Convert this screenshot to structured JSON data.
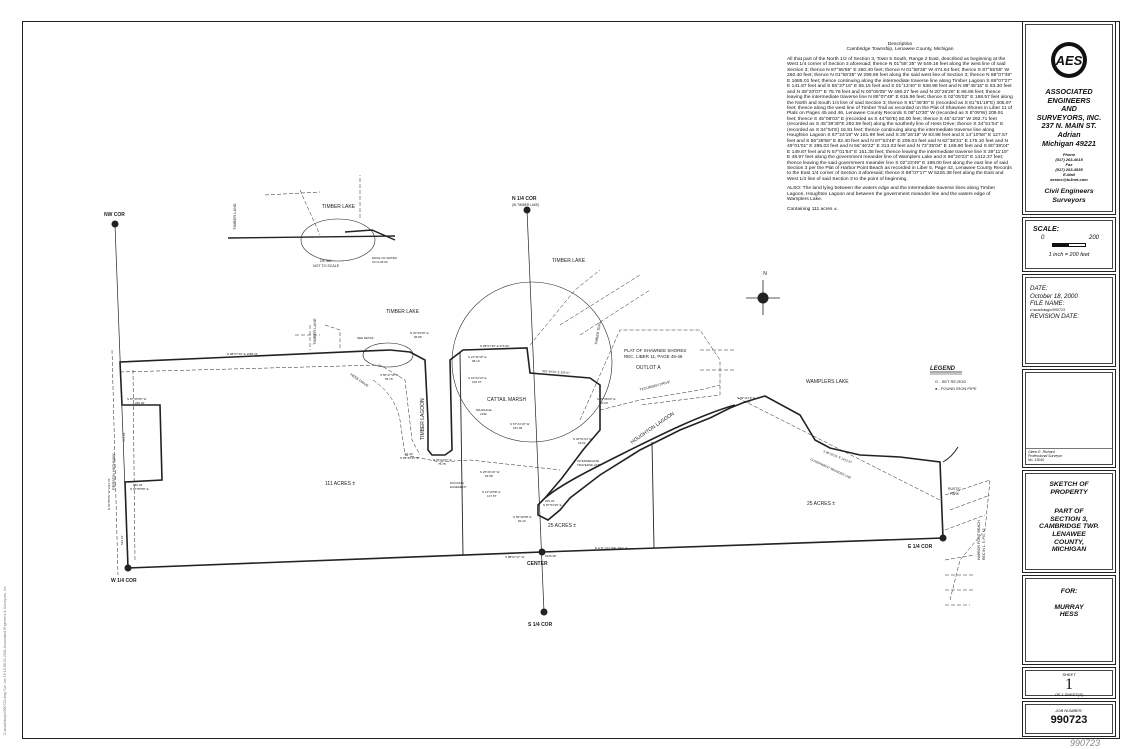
{
  "description": {
    "title": "Description",
    "location": "Cambridge Township, Lenawee County, Michigan",
    "body": "All that part of the North 1/2 of Section 3, Town 5 South, Range 2 East, described as beginning at the West 1/4 corner of Section 3 aforesaid; thence N 01°58' 35\" W 549.16 feet along the west line of said Section 3; thence N 87°55'55\" E 260.40 feet; thence N 01°58'35\" W 474.64 feet; thence S 87°55'55\" W 260.40 feet; thence N 01°58'35\" W 299.96 feet along the said west line of Section 3; thence N 88°07'49\" E 1685.01 feet; thence continuing along the intermediate traverse line along Timber Lagoon S 69°07'27\" E 141.87 feet and S 55°37'16\" E 55.15 feet and S 01°13'40\" E 538.98 feet and N 88°48'15\" E 83.30 feet and N 39°20'07\" E 75.78 feet and N 00°05'05\" W 490.27 feet and N 20°26'26\" E 86.86 feet; thence leaving the intermediate traverse line N 88°07'49\" E 615.96 feet; thence S 02°05'02\" E 168.57 feet along the North and South 1/4 line of said Section 3; thence S 81°49'30\" E (recorded as S 81°51'19\"E) 305.97 feet; thence along the west line of Timber Trail as recorded on the Plat of Shawnee Shores in Liber 11 of Plats on Pages 45 and 46, Lenawee County Records S 08°10'30\" W (recorded as S 8°09'W) 209.91 feet; thence S 45°08'03\" E (recorded as S 44°50'E) 50.00 feet; thence S 45°42'26\" W 292.71 feet (recorded as S 45°39'30\"E 292.59 feet) along the southerly line of Hess Drive; thence S 34°51'04\" E (recorded as S 34°54'E) 16.91 feet; thence continuing along the intermediate traverse line along Houghton Lagoon S 67°24'19\" W 181.99 feet and S 25°26'19\" W 83.98 feet and S 14°10'58\" E 127.57 feet and S 56°39'58\" E 82.40 feet and N 87°53'46\" E 205.04 feet and N 62°38'31\" E 175.10 feet and N 49°01'01\" E 285.03 feet and N 56°46'22\" E 313.03 feet and N 73°35'04\" E 169.90 feet and S 80°39'24\" E 149.87 feet and N 57°01'54\" E 151.38 feet; thence leaving the intermediate traverse line S 39°11'19\" E 48.97 feet along the government meander line of Wamplers Lake and S 66°20'23\" E 1412.37 feet; thence leaving the said government meander line S 02°23'49\" E 198.00 feet along the east line of said Section 3 per the Plat of Harbor Point Beach as recorded in Liber 5, Page 42, Lenawee County Records to the East 1/4 corner of Section 3 aforesaid; thence S 88°07'17\" W 5226.38 feet along the East and West 1/4 line of said Section 3 to the point of beginning.",
    "also": "ALSO: The land lying between the waters edge and the intermediate traverse lines along Timber Lagoon, Houghton Lagoon and between the government meander line and the waters edge of Wamplers Lake.",
    "containing": "Containing 111 acres ±."
  },
  "title_block": {
    "logo_text": "AES",
    "firm": [
      "ASSOCIATED",
      "ENGINEERS",
      "AND",
      "SURVEYORS, INC.",
      "237 N. MAIN ST.",
      "Adrian",
      "Michigan 49221"
    ],
    "phone_label": "Phone",
    "phone": "(517) 263-4015",
    "fax_label": "Fax",
    "fax": "(517) 263-4535",
    "email_label": "E-Mail",
    "email": "aesinc@tc3net.com",
    "services": [
      "Civil Engineers",
      "Surveyors"
    ],
    "scale_label": "SCALE:",
    "scale_min": "0",
    "scale_max": "200",
    "scale_text": "1 inch = 200 feet",
    "date_label": "DATE:",
    "date": "October 18, 2000",
    "file_label": "FILE NAME:",
    "file": "z:\\acad\\dwg\\c\\990723",
    "revision_label": "REVISION DATE:",
    "surveyor": [
      "Glenn E. Richard",
      "Professional Surveyor",
      "No. 13040"
    ],
    "sketch": [
      "SKETCH OF",
      "PROPERTY"
    ],
    "part_of": [
      "PART OF",
      "SECTION 3,",
      "CAMBRIDGE TWP.",
      "LENAWEE",
      "COUNTY,",
      "MICHIGAN"
    ],
    "for_label": "FOR:",
    "client": [
      "MURRAY",
      "HESS"
    ],
    "sheet_label": "SHEET",
    "sheet_number": "1",
    "sheet_of": "OF 1 SHEET(S)",
    "job_label": "JOB NUMBER:",
    "job_number": "990723"
  },
  "legend": {
    "title": "LEGEND",
    "items": [
      "O  -  SET RE-ROD",
      "●  -  FOUND IRON PIPE"
    ]
  },
  "plan": {
    "corners": {
      "nw": "NW COR",
      "n_quarter": "N 1/4 COR",
      "n_quarter_note": "(IN TIMBER LAKE)",
      "w_quarter": "W 1/4 COR",
      "center": "CENTER",
      "s_quarter": "S 1/4 COR",
      "e_quarter": "E 1/4 COR"
    },
    "water": {
      "timber_lake_1": "TIMBER LAKE",
      "timber_lake_2": "TIMBER LAKE",
      "timber_lake_3": "TIMBER LAKE",
      "wamplers": "WAMPLERS LAKE",
      "cattail": "CATTAIL MARSH",
      "timber_lagoon": "TIMBER LAGOON",
      "houghton_lagoon": "HOUGHTON LAGOON"
    },
    "roads": {
      "timber_lane_1": "TIMBER LANE",
      "timber_lane_2": "TIMBER LANE",
      "person_hwy": "PERSON HIGHWAY",
      "hess_drive": "HESS DRIVE",
      "tecumseh": "TECUMSEH DRIVE",
      "timber_trail": "TIMBER TRAIL"
    },
    "areas": {
      "main": "111 ACRES ±",
      "south": "25 ACRES ±",
      "east": "25 ACRES ±",
      "outlot": "OUTLOT A",
      "shawnee": "PLAT OF SHAWNEE SHORES",
      "shawnee_rec": "REC. LIBER 11, PAGE 45-46",
      "rustic": "RUSTIC",
      "rustic2": "PARK",
      "harbor": "HARBOR POINT BEACH",
      "harbor_rec": "REC IN L. 5, PG. 42"
    },
    "notes": {
      "detail": "DETAIL",
      "not_to_scale": "NOT TO SCALE",
      "edge_water": "EDGE OF WATER",
      "edge_date": "ON 6-28-00",
      "see_detail": "SEE DETAIL",
      "docking": "DOCKING",
      "easement": "EASEMENT",
      "drainage": "DRAINAGE",
      "drainage2": "LINE",
      "intermediate": "INTERMEDIATE",
      "traverse": "TRAVERSE LINE",
      "meander": "GOVERNMENT MEANDER LINE",
      "ew_line": "E & W 1/4 LINE, SEC. 3"
    },
    "bearings": {
      "north_line": "N 88°07'49\" E 1685.01'",
      "east_of_lagoon": "N 88°07'49\" E 615.96'",
      "n20": "N 20°26'26\" E",
      "n20d": "86.86'",
      "s55": "S 55°37'16\" E",
      "s55d": "55.15'",
      "s21": "S 21°36'15\" E",
      "s21d": "98.14'",
      "s10": "S 10°04'13\" E",
      "s10d": "100.37'",
      "s87w": "S 87°55'55\" W",
      "s87wd": "260.40'",
      "n87e": "N 87°55'55\" E",
      "n87ed": "260.40'",
      "n88": "N 88°48'15\" E",
      "n88d": "83.30'",
      "n39": "N 39°20'07\" E",
      "n39d": "75.78'",
      "s67": "S 67°24'19\" W",
      "s67d": "181.99",
      "s25": "S 25°26'19\" W",
      "s25d": "83.98'",
      "s14": "S 14°10'58\" E",
      "s14d": "127.57'",
      "s56": "S 56°39'58\" E",
      "s56d": "82.40",
      "s34": "S 34°51'04\" E",
      "s34d": "16.91'",
      "s45": "S 45°08'03\" E",
      "s45d": "50.00'",
      "s39": "S 39°11'19\" E",
      "s39d": "48.97'",
      "meander_b": "S 66°20'23\" E 1412.37'",
      "south_b": "S 88°07'17\" W",
      "south_d": "5226.38'",
      "n87_53": "N 87°53'46\" E",
      "n87_53d": "205.04'",
      "s81": "S81°49'30\" E 305.97'",
      "west_b": "N 01°58'35\" W 1323.76'",
      "w549": "549.16'",
      "w474": "474.64'"
    }
  },
  "plot_info": "Z:\\acad\\dwg\\c\\990723.dwg   Tue Jun 19 10:55:03 2001   Associated Engineers & Surveyors, Inc",
  "handwritten": "990723"
}
